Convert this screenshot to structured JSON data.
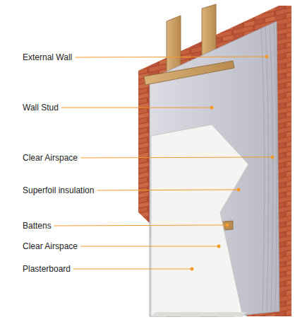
{
  "diagram": {
    "labels": [
      "External Wall",
      "Wall Stud",
      "Clear Airspace",
      "Superfoil insulation",
      "Battens",
      "Clear Airspace",
      "Plasterboard"
    ]
  }
}
